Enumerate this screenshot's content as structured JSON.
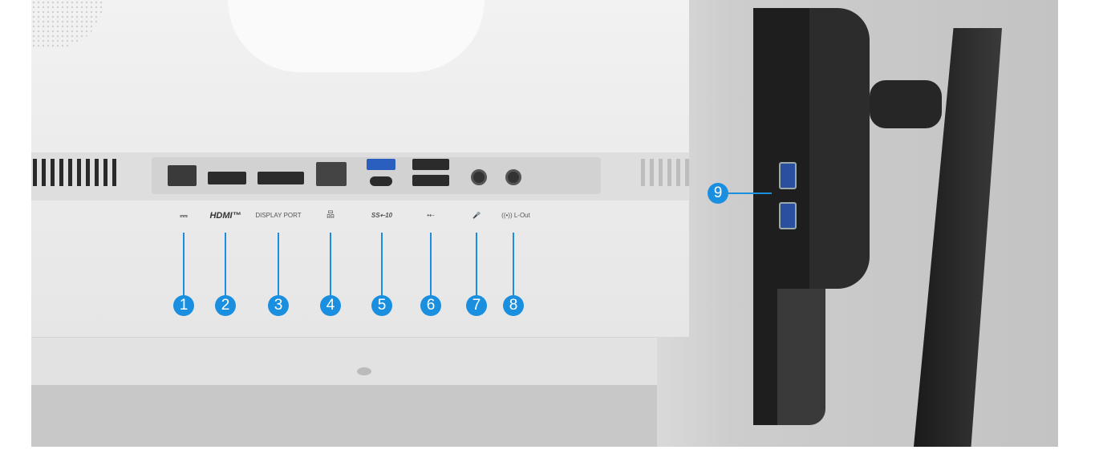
{
  "port_labels": {
    "dc": "⎓",
    "hdmi": "HDMI™",
    "displayport": "DISPLAY PORT",
    "lan": "品",
    "usb_c": "SS⇠10",
    "usb_a": "•⇠",
    "mic": "🎤",
    "line_out": "((•)) L-Out"
  },
  "callouts": [
    "1",
    "2",
    "3",
    "4",
    "5",
    "6",
    "7",
    "8",
    "9"
  ],
  "accent_color": "#1a8fe0"
}
